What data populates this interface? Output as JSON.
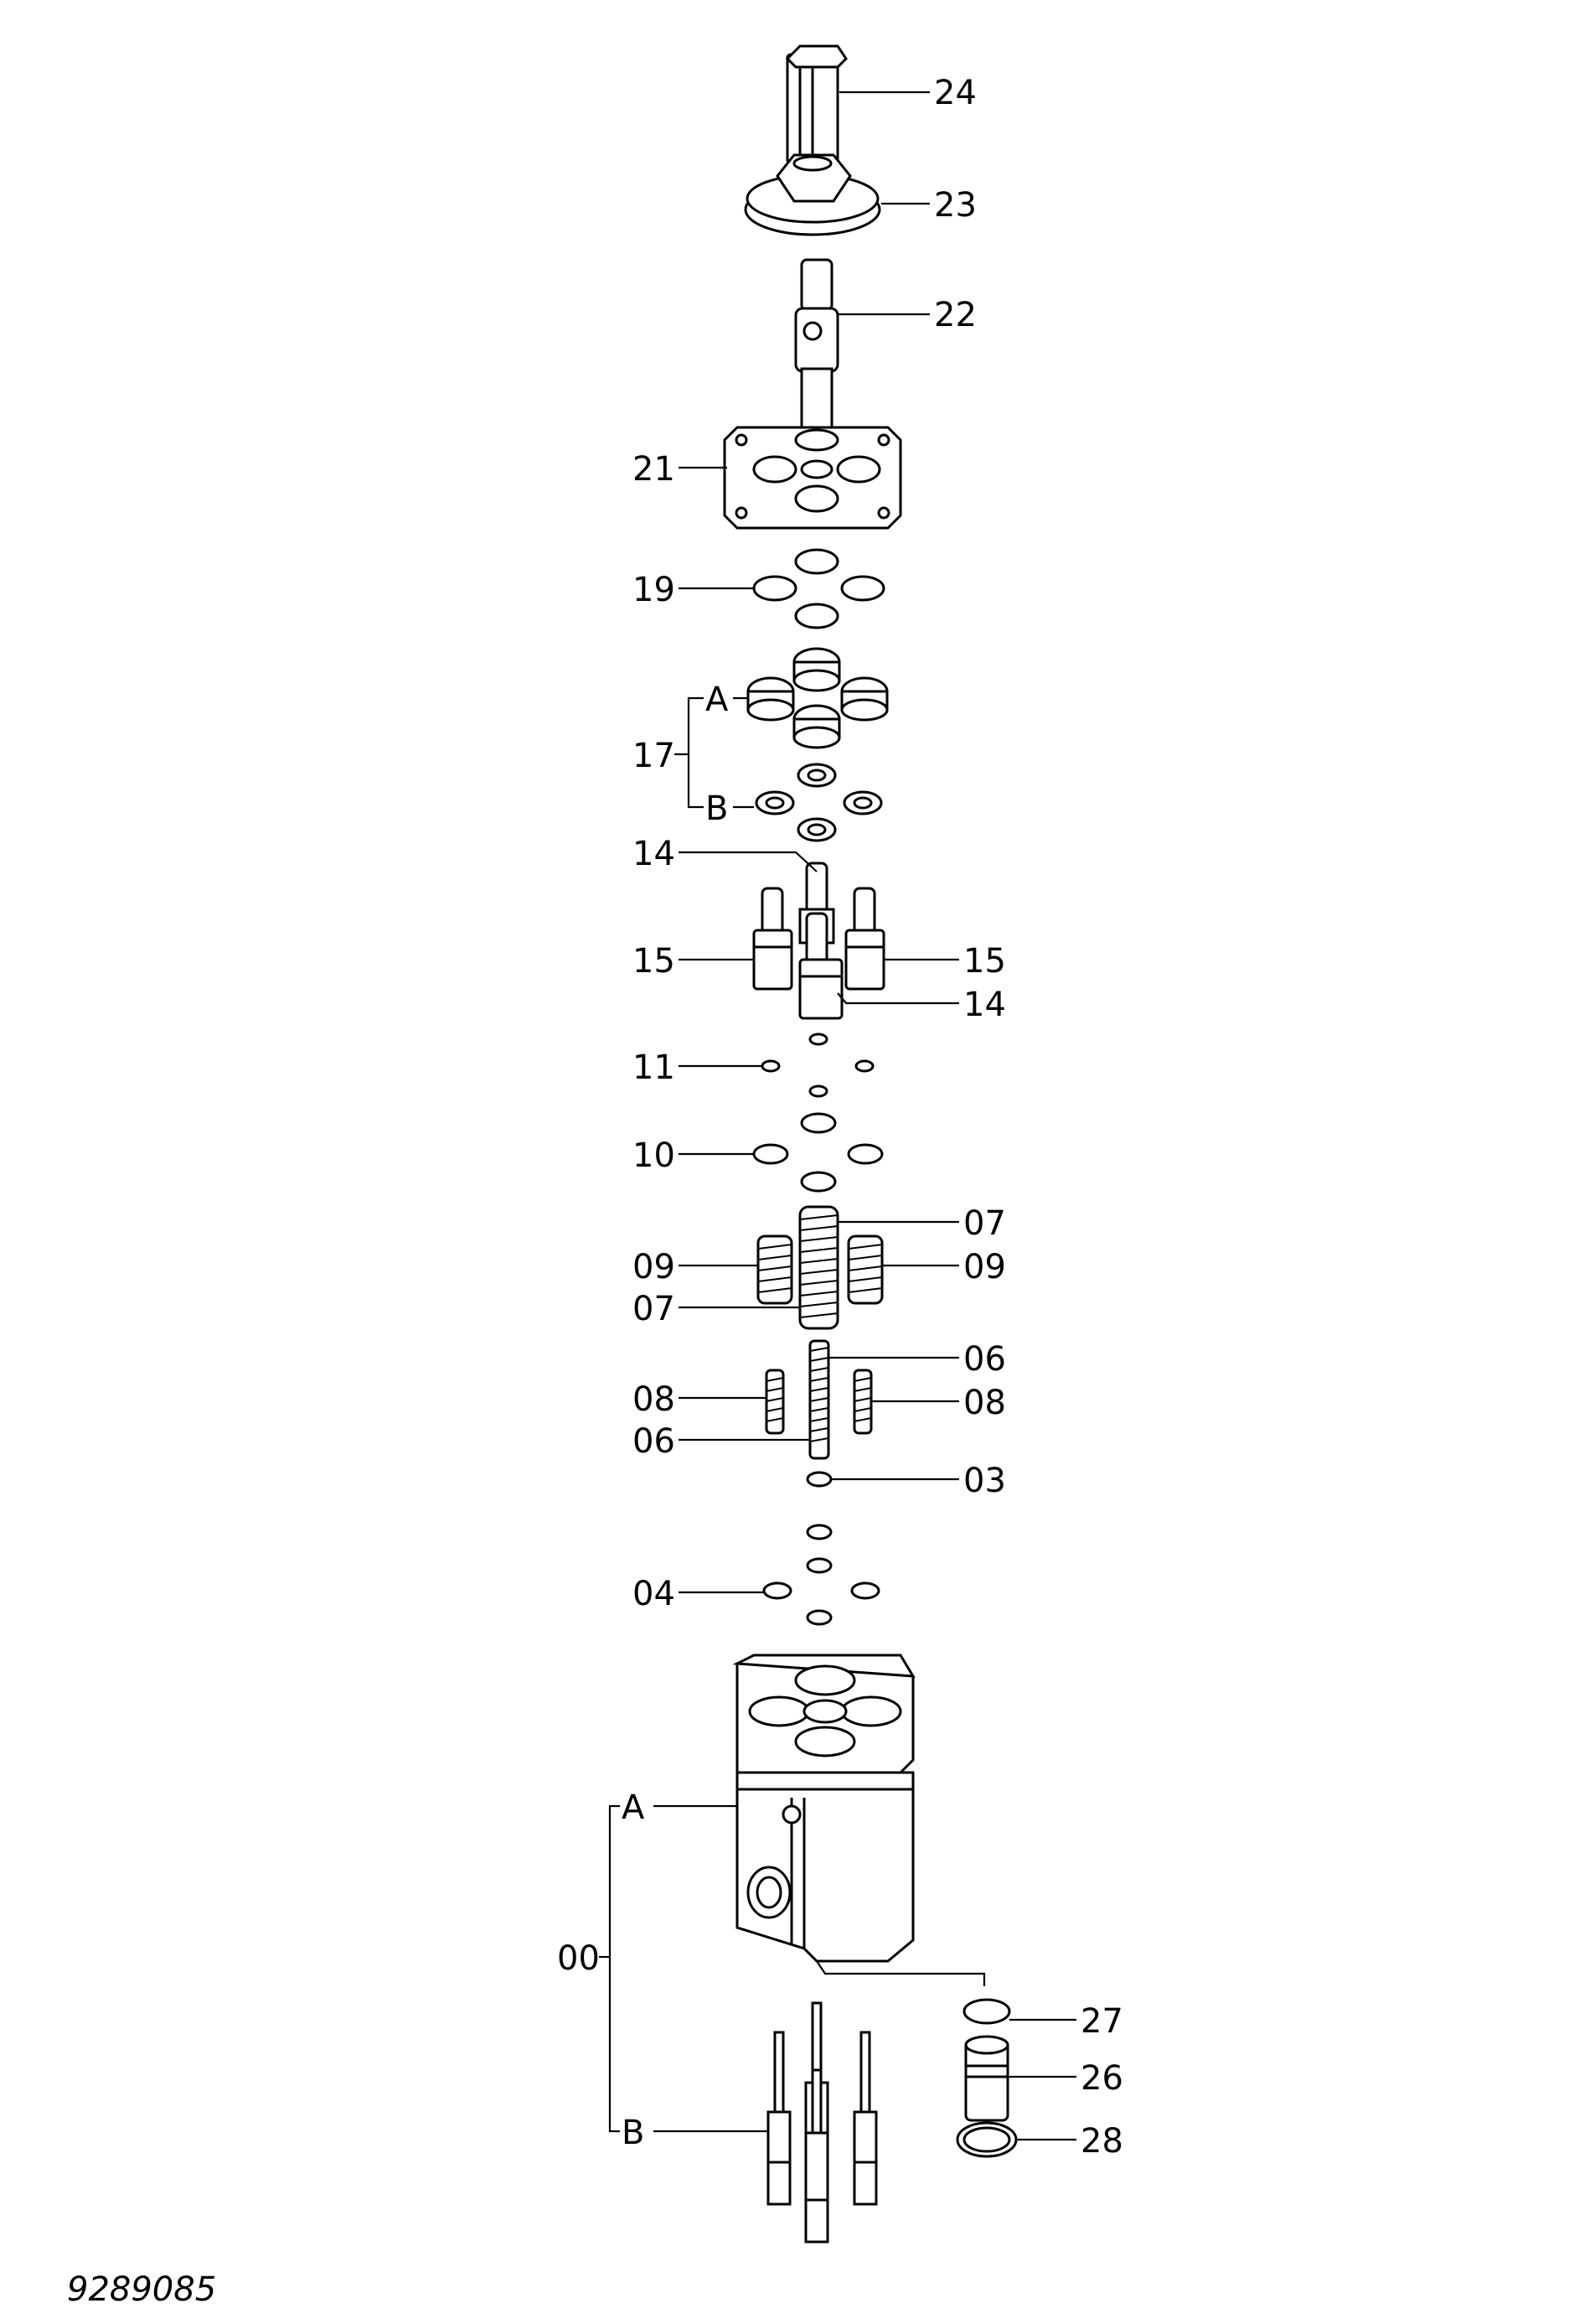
{
  "drawing_number": "9289085",
  "callouts": [
    {
      "id": "c24",
      "label": "24"
    },
    {
      "id": "c23",
      "label": "23"
    },
    {
      "id": "c22",
      "label": "22"
    },
    {
      "id": "c21",
      "label": "21"
    },
    {
      "id": "c19",
      "label": "19"
    },
    {
      "id": "c17a",
      "label": "A"
    },
    {
      "id": "c17",
      "label": "17"
    },
    {
      "id": "c17b",
      "label": "B"
    },
    {
      "id": "c14top",
      "label": "14"
    },
    {
      "id": "c15l",
      "label": "15"
    },
    {
      "id": "c15r",
      "label": "15"
    },
    {
      "id": "c14b",
      "label": "14"
    },
    {
      "id": "c11",
      "label": "11"
    },
    {
      "id": "c10",
      "label": "10"
    },
    {
      "id": "c07r",
      "label": "07"
    },
    {
      "id": "c09l",
      "label": "09"
    },
    {
      "id": "c09r",
      "label": "09"
    },
    {
      "id": "c07l",
      "label": "07"
    },
    {
      "id": "c06r",
      "label": "06"
    },
    {
      "id": "c08l",
      "label": "08"
    },
    {
      "id": "c08r",
      "label": "08"
    },
    {
      "id": "c06l",
      "label": "06"
    },
    {
      "id": "c03",
      "label": "03"
    },
    {
      "id": "c04",
      "label": "04"
    },
    {
      "id": "c00a",
      "label": "A"
    },
    {
      "id": "c00",
      "label": "00"
    },
    {
      "id": "c00b",
      "label": "B"
    },
    {
      "id": "c27",
      "label": "27"
    },
    {
      "id": "c26",
      "label": "26"
    },
    {
      "id": "c28",
      "label": "28"
    }
  ]
}
